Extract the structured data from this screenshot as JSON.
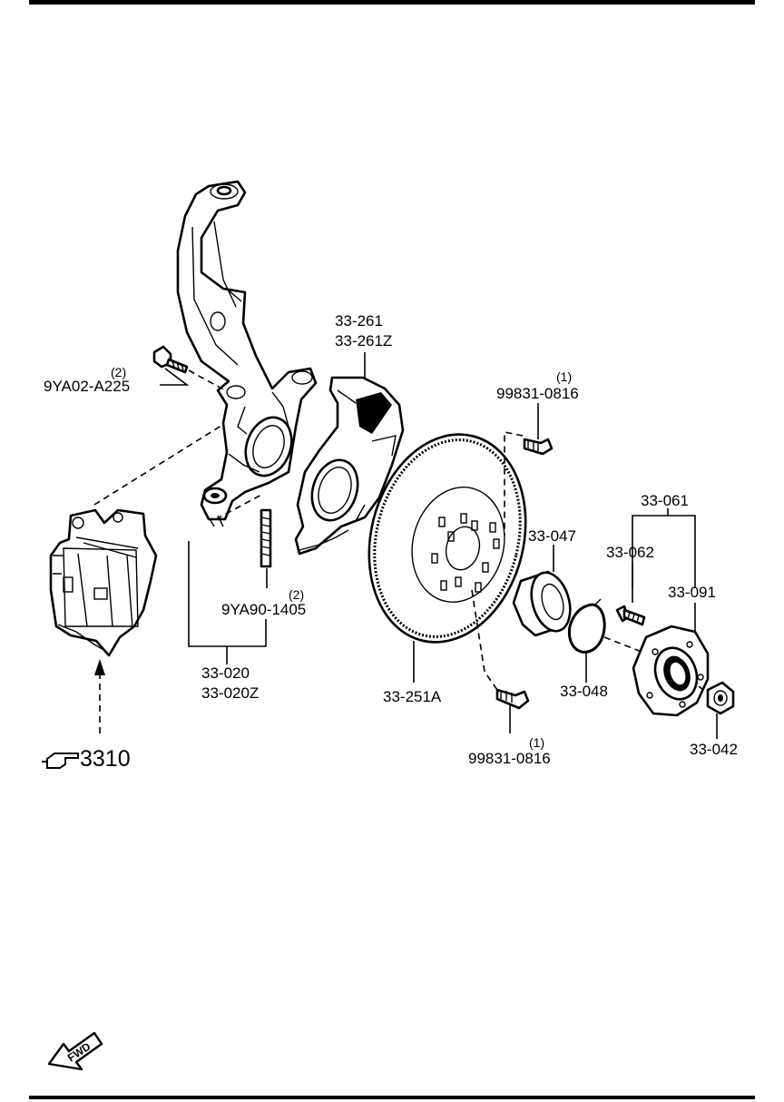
{
  "parts": {
    "knuckle_bolt": {
      "qty": "(2)",
      "code": "9YA02-A225"
    },
    "stud": {
      "qty": "(2)",
      "code": "9YA90-1405"
    },
    "knuckle": {
      "code_1": "33-020",
      "code_2": "33-020Z"
    },
    "dust_shield": {
      "code_1": "33-261",
      "code_2": "33-261Z"
    },
    "rotor_screw_top": {
      "qty": "(1)",
      "code": "99831-0816"
    },
    "rotor_screw_bottom": {
      "qty": "(1)",
      "code": "99831-0816"
    },
    "disc": {
      "code": "33-251A"
    },
    "bearing": {
      "code": "33-047"
    },
    "snap_ring": {
      "code": "33-048"
    },
    "hub_assembly": {
      "code": "33-061"
    },
    "hub_bolt": {
      "code": "33-062"
    },
    "hub": {
      "code": "33-091"
    },
    "lock_nut": {
      "code": "33-042"
    }
  },
  "reference": {
    "label": "3310",
    "icon": "hand-pointer-icon"
  },
  "direction": {
    "label": "FWD",
    "icon": "fwd-arrow-icon"
  }
}
